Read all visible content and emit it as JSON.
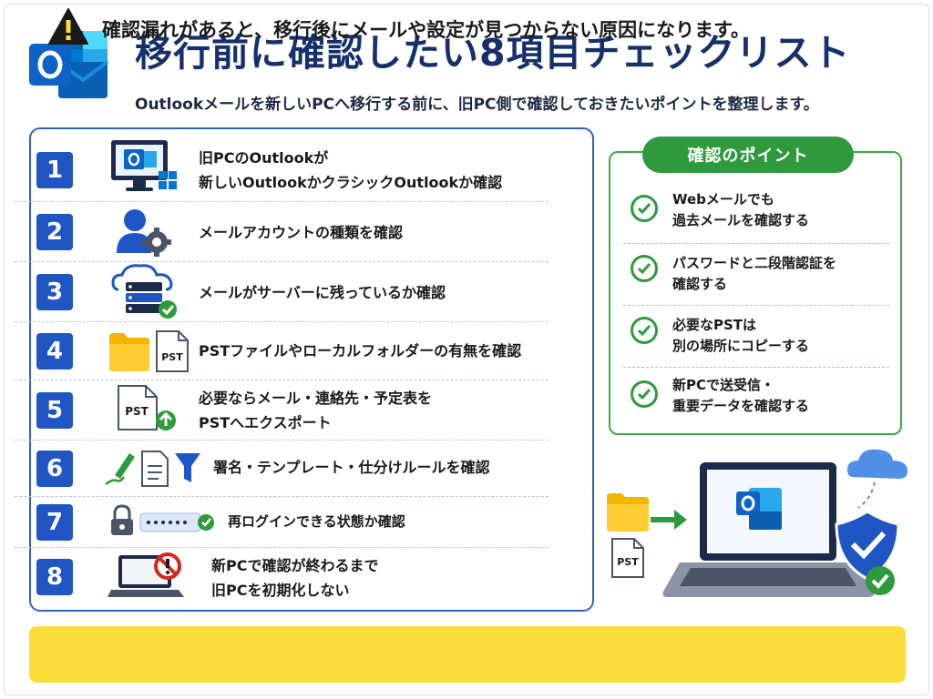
{
  "header": {
    "title": "移行前に確認したい8項目チェックリスト",
    "subtitle": "Outlookメールを新しいPCへ移行する前に、旧PC側で確認しておきたいポイントを整理します。",
    "logo_icon": "outlook-logo-icon"
  },
  "checklist": [
    {
      "number": "1",
      "icon": "pc-monitor-outlook-icon",
      "lines": [
        "旧PCのOutlookが",
        "新しいOutlookかクラシックOutlookか確認"
      ]
    },
    {
      "number": "2",
      "icon": "user-settings-icon",
      "lines": [
        "メールアカウントの種類を確認"
      ]
    },
    {
      "number": "3",
      "icon": "cloud-server-check-icon",
      "lines": [
        "メールがサーバーに残っているか確認"
      ]
    },
    {
      "number": "4",
      "icon": "folder-pst-icon",
      "lines": [
        "PSTファイルやローカルフォルダーの有無を確認"
      ]
    },
    {
      "number": "5",
      "icon": "pst-export-icon",
      "lines": [
        "必要ならメール・連絡先・予定表を",
        "PSTへエクスポート"
      ]
    },
    {
      "number": "6",
      "icon": "signature-template-filter-icon",
      "lines": [
        "署名・テンプレート・仕分けルールを確認"
      ]
    },
    {
      "number": "7",
      "icon": "lock-password-icon",
      "lines": [
        "再ログインできる状態か確認"
      ]
    },
    {
      "number": "8",
      "icon": "laptop-no-reset-icon",
      "lines": [
        "新PCで確認が終わるまで",
        "旧PCを初期化しない"
      ]
    }
  ],
  "points": {
    "title": "確認のポイント",
    "items": [
      {
        "lines": [
          "Webメールでも",
          "過去メールを確認する"
        ]
      },
      {
        "lines": [
          "パスワードと二段階認証を",
          "確認する"
        ]
      },
      {
        "lines": [
          "必要なPSTは",
          "別の場所にコピーする"
        ]
      },
      {
        "lines": [
          "新PCで送受信・",
          "重要データを確認する"
        ]
      }
    ]
  },
  "illustration": {
    "pst_label": "PST",
    "icons": [
      "folder-icon",
      "arrow-right-icon",
      "laptop-outlook-icon",
      "shield-check-icon",
      "cloud-icon",
      "check-circle-icon"
    ]
  },
  "warning": {
    "icon": "warning-triangle-icon",
    "text": "確認漏れがあると、移行後にメールや設定が見つからない原因になります。"
  },
  "colors": {
    "title": "#16306b",
    "accent_blue": "#1f56c4",
    "accent_green": "#2f9a3d",
    "warning_bg": "#fbdc38"
  }
}
